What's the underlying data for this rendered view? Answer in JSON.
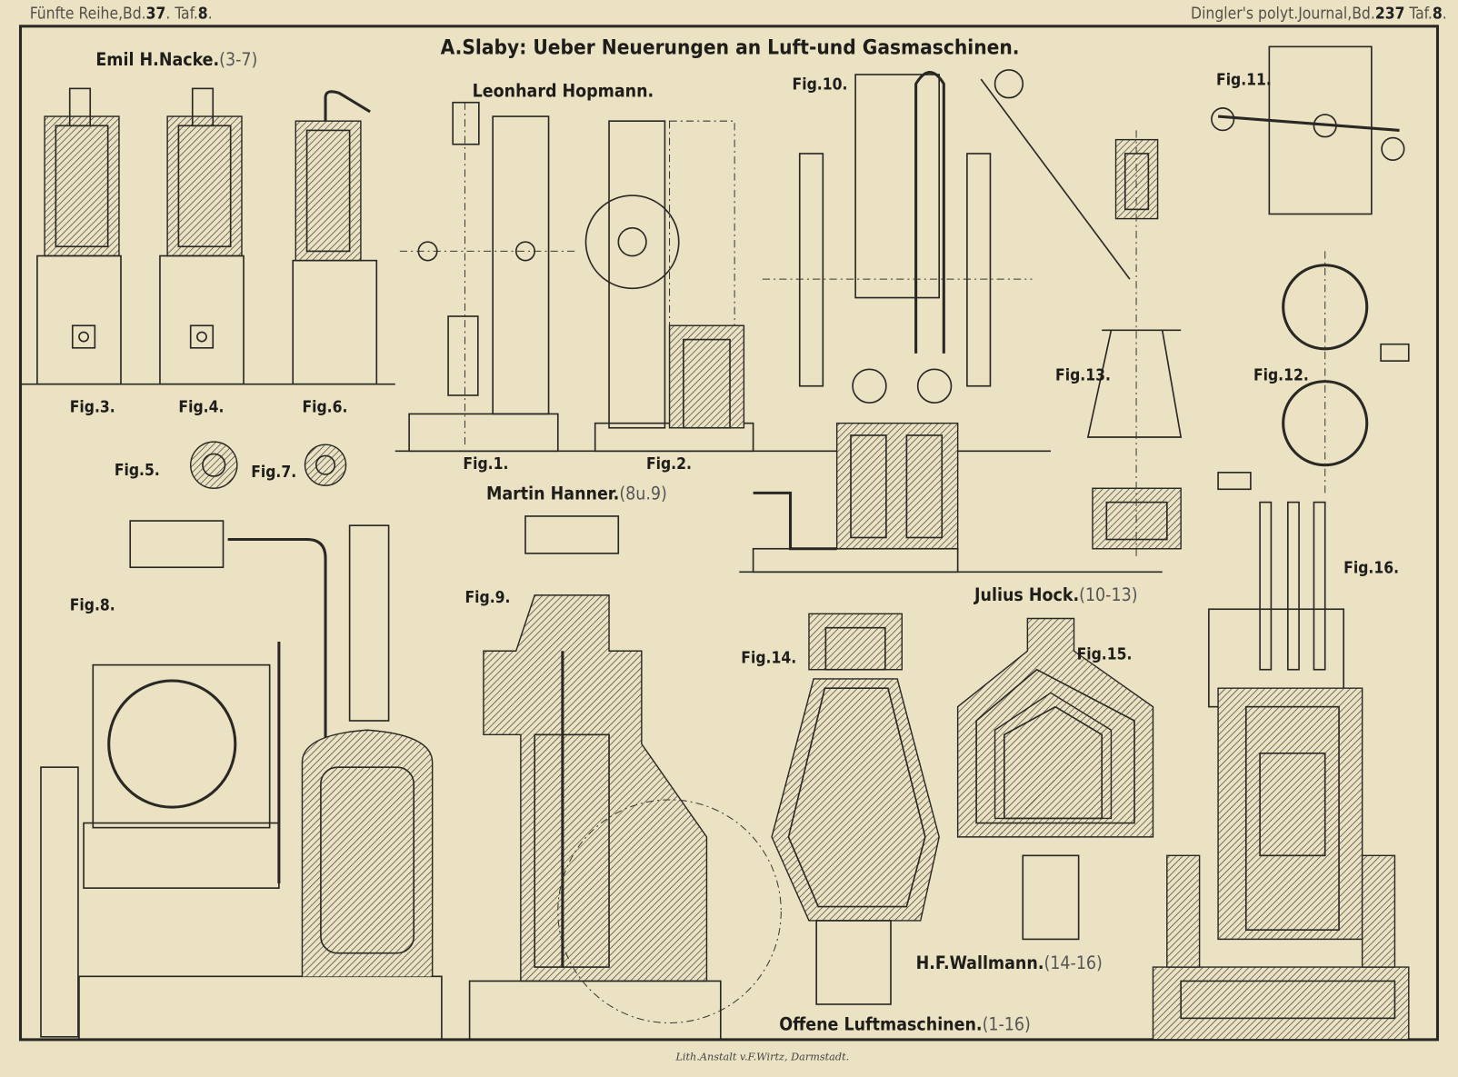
{
  "header": {
    "left_prefix": "Fünfte Reihe,Bd.",
    "left_volume": "37",
    "left_mid": ". Taf.",
    "left_plate": "8",
    "left_end": ".",
    "right_prefix": "Dingler's polyt.Journal,Bd.",
    "right_volume": "237",
    "right_mid": " Taf.",
    "right_plate": "8",
    "right_end": "."
  },
  "title": "A.Slaby: Ueber Neuerungen an Luft-und Gasmaschinen.",
  "inventors": {
    "nacke": {
      "name": "Emil H.Nacke.",
      "range": "(3-7)"
    },
    "hopmann": {
      "name": "Leonhard Hopmann."
    },
    "hanner": {
      "name": "Martin Hanner.",
      "range": "(8u.9)"
    },
    "hock": {
      "name": "Julius Hock.",
      "range": "(10-13)"
    },
    "wallmann": {
      "name": "H.F.Wallmann.",
      "range": "(14-16)"
    }
  },
  "figures": {
    "fig1": "Fig.1.",
    "fig2": "Fig.2.",
    "fig3": "Fig.3.",
    "fig4": "Fig.4.",
    "fig5": "Fig.5.",
    "fig6": "Fig.6.",
    "fig7": "Fig.7.",
    "fig8": "Fig.8.",
    "fig9": "Fig.9.",
    "fig10": "Fig.10.",
    "fig11": "Fig.11.",
    "fig12": "Fig.12.",
    "fig13": "Fig.13.",
    "fig14": "Fig.14.",
    "fig15": "Fig.15.",
    "fig16": "Fig.16."
  },
  "footer": {
    "section": "Offene Luftmaschinen.",
    "section_range": "(1-16)",
    "credit": "Lith.Anstalt v.F.Wirtz, Darmstadt."
  },
  "colors": {
    "paper": "#ebe2c3",
    "ink": "#2a2824"
  }
}
